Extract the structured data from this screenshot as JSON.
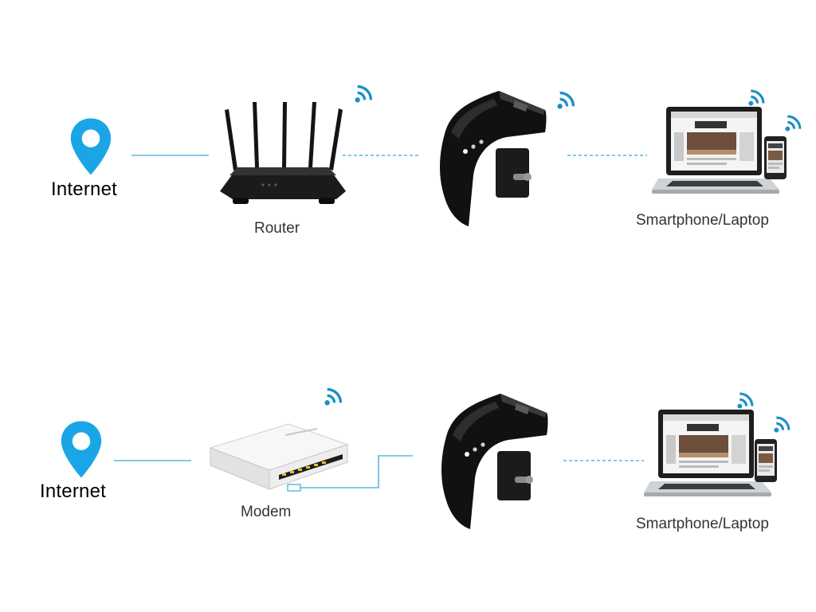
{
  "colors": {
    "pin": "#1aa6e6",
    "link": "#59b8e0",
    "wifi": "#1a8fc7",
    "device_black": "#121212"
  },
  "rows": [
    {
      "internet_label": "Internet",
      "source_label": "Router",
      "client_label": "Smartphone/Laptop",
      "icons": [
        "location-pin-icon",
        "router-icon",
        "repeater-icon",
        "laptop-icon",
        "smartphone-icon",
        "wifi-icon"
      ]
    },
    {
      "internet_label": "Internet",
      "source_label": "Modem",
      "client_label": "Smartphone/Laptop",
      "icons": [
        "location-pin-icon",
        "modem-icon",
        "repeater-icon",
        "laptop-icon",
        "smartphone-icon",
        "wifi-icon"
      ]
    }
  ]
}
